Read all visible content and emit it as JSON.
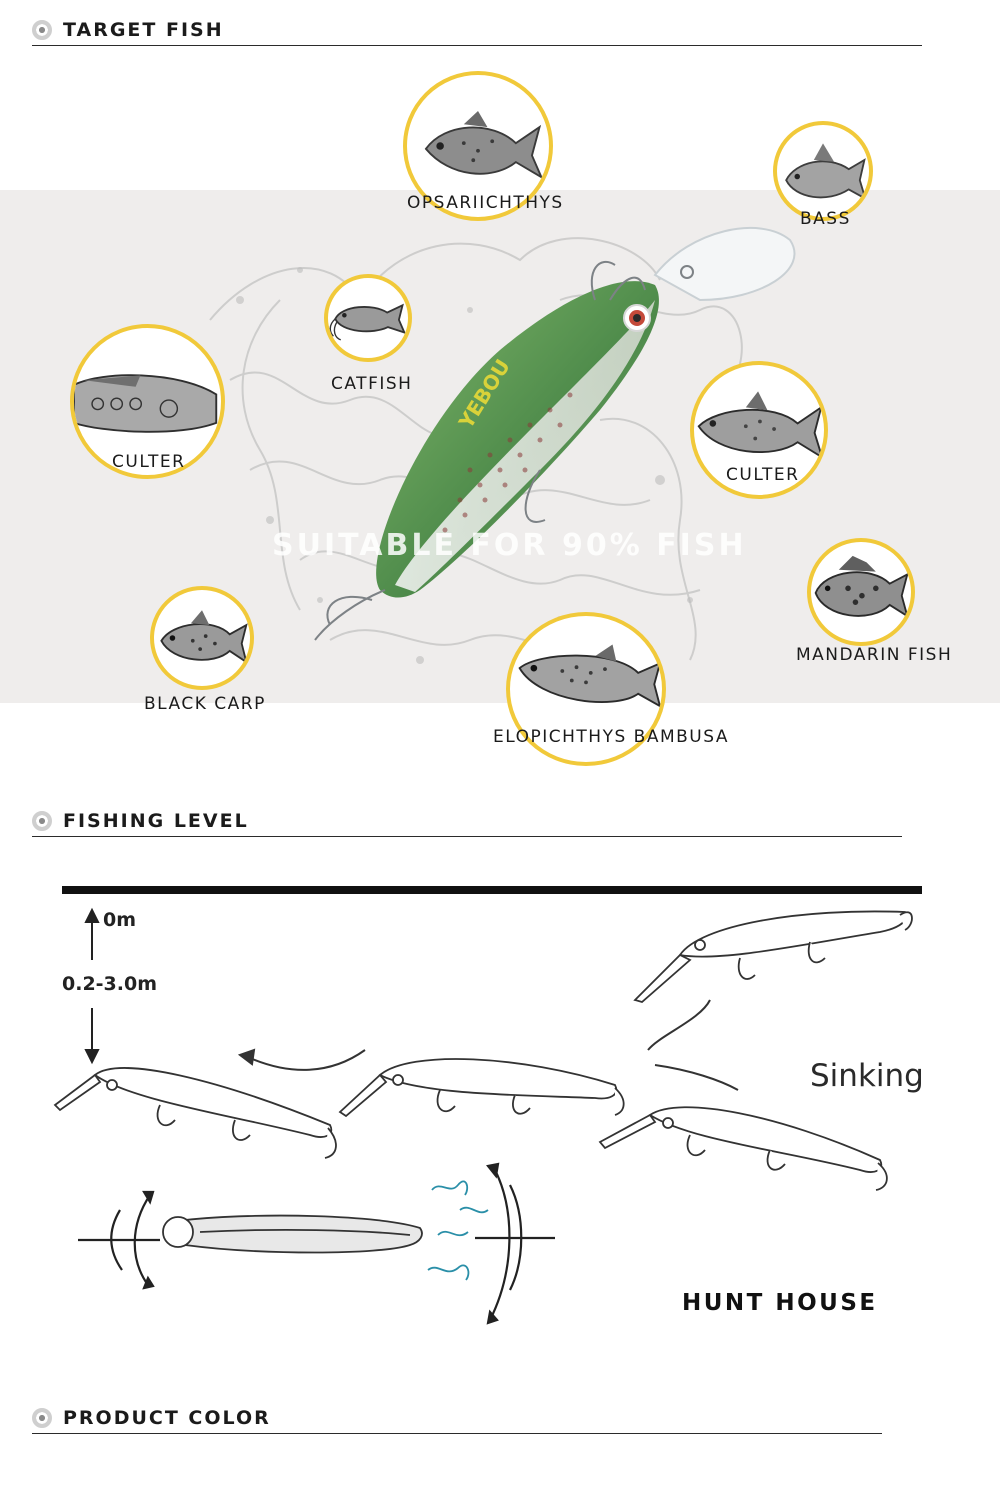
{
  "sections": {
    "target_fish": "TARGET FISH",
    "fishing_level": "FISHING LEVEL",
    "product_color": "PRODUCT COLOR"
  },
  "slogan": "SUITABLE FOR 90% FISH",
  "lure_brand": "YEBOU",
  "fish": [
    {
      "label": "OPSARIICHTHYS",
      "icon": "opsariichthys-icon"
    },
    {
      "label": "BASS",
      "icon": "bass-icon"
    },
    {
      "label": "CATFISH",
      "icon": "catfish-icon"
    },
    {
      "label": "CULTER",
      "icon": "culter-icon"
    },
    {
      "label": "CULTER",
      "icon": "culter-icon"
    },
    {
      "label": "MANDARIN FISH",
      "icon": "mandarin-fish-icon"
    },
    {
      "label": "BLACK CARP",
      "icon": "black-carp-icon"
    },
    {
      "label": "ELOPICHTHYS BAMBUSA",
      "icon": "elopichthys-bambusa-icon"
    }
  ],
  "fishing_level": {
    "depth_top": "0m",
    "depth_range": "0.2-3.0m",
    "sinking": "Sinking",
    "hunt_house": "HUNT HOUSE"
  },
  "colors": {
    "circle_border": "#f1c93a",
    "band": "#efedec",
    "lure_green": "#5f9a55",
    "lure_yellow": "#d9d23a"
  }
}
